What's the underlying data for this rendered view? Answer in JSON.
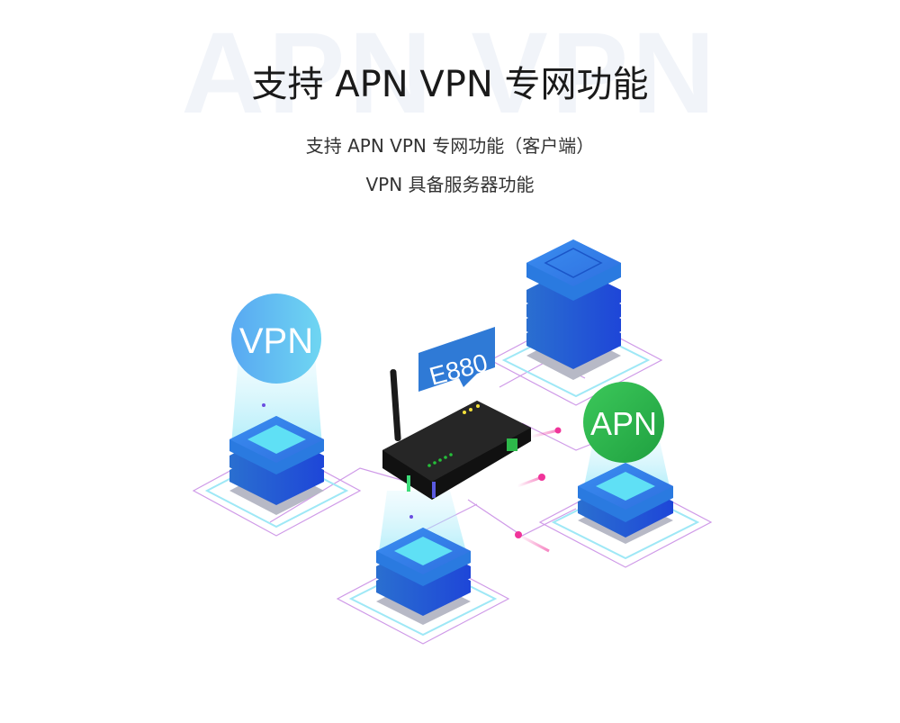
{
  "header": {
    "watermark": "APN VPN",
    "title": "支持 APN  VPN 专网功能",
    "subtitle_1": "支持 APN VPN 专网功能（客户端）",
    "subtitle_2": "VPN 具备服务器功能"
  },
  "illustration": {
    "device_label": "E880",
    "vpn_badge": "VPN",
    "apn_badge": "APN",
    "colors": {
      "server_blue": "#2f7fe0",
      "server_dark": "#1f5fc9",
      "server_top_cyan": "#5fe0f5",
      "vpn_badge": "#5fb8f0",
      "apn_badge": "#2db84a",
      "label_blue": "#2f7ad6",
      "line_purple": "#c88be6",
      "dot_pink": "#f0349a",
      "device_body": "#1e1e1e"
    }
  }
}
